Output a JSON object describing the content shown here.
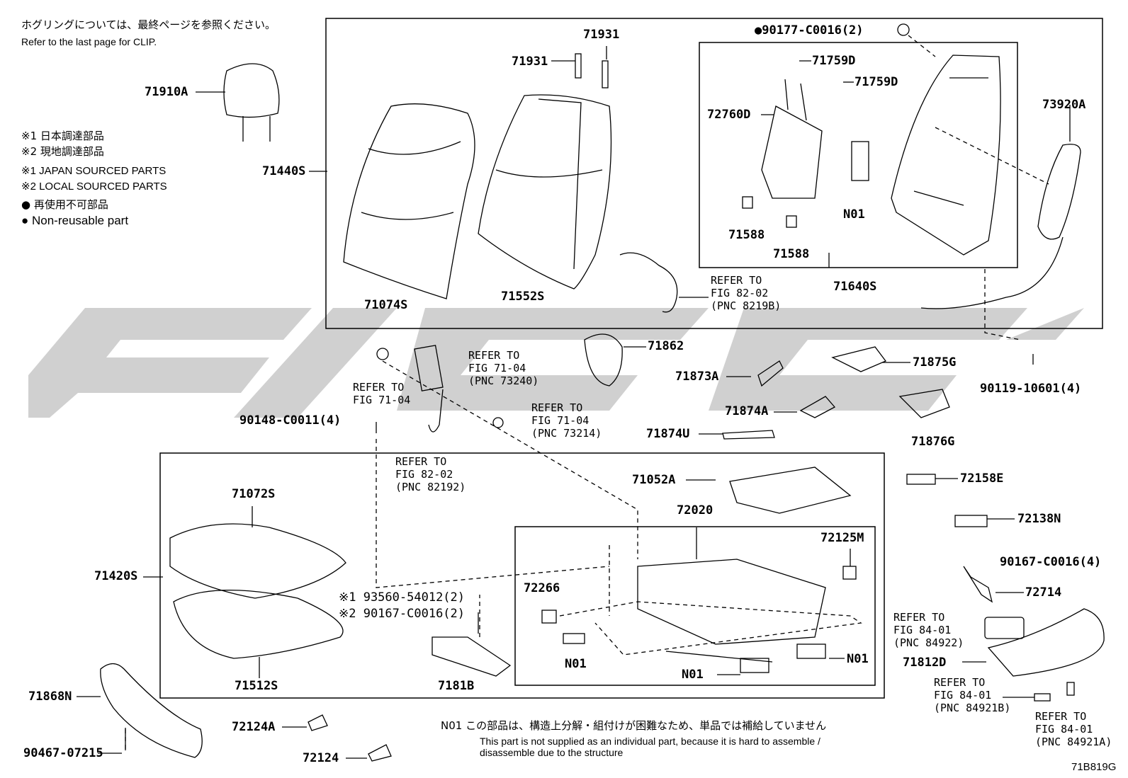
{
  "header": {
    "clip_note_jp": "ホグリングについては、最終ページを参照ください。",
    "clip_note_en": "Refer to the last page for CLIP."
  },
  "legend": {
    "l1": "※1 日本調達部品",
    "l2": "※2 現地調達部品",
    "l3": "※1 JAPAN SOURCED PARTS",
    "l4": "※2 LOCAL SOURCED PARTS",
    "l5": "● 再使用不可部品",
    "l6": "● Non-reusable part"
  },
  "parts": {
    "p71910A": "71910A",
    "p71440S": "71440S",
    "p71931a": "71931",
    "p71931b": "71931",
    "p71074S": "71074S",
    "p71552S": "71552S",
    "p90177": "●90177-C0016(2)",
    "p71759Da": "71759D",
    "p71759Db": "71759D",
    "p72760D": "72760D",
    "pN01a": "N01",
    "p71588a": "71588",
    "p71588b": "71588",
    "p73920A": "73920A",
    "p71640S": "71640S",
    "p71862": "71862",
    "p71875G": "71875G",
    "p71873A": "71873A",
    "p90119": "90119-10601(4)",
    "p71874A": "71874A",
    "p71876G": "71876G",
    "p71874U": "71874U",
    "p90148": "90148-C0011(4)",
    "p71052A": "71052A",
    "p72158E": "72158E",
    "p71072S": "71072S",
    "p72020": "72020",
    "p72138N": "72138N",
    "p72125M": "72125M",
    "p90167a": "90167-C0016(4)",
    "p71420S": "71420S",
    "p93560": "※1 93560-54012(2)",
    "p90167b": "※2 90167-C0016(2)",
    "p72266": "72266",
    "p72714": "72714",
    "pN01b": "N01",
    "pN01c": "N01",
    "pN01d": "N01",
    "p71812D": "71812D",
    "p71512S": "71512S",
    "p7181B": "7181B",
    "p71868N": "71868N",
    "p72124A": "72124A",
    "p72124": "72124",
    "p90467": "90467-07215"
  },
  "refs": {
    "r8202a": "REFER TO\nFIG 82-02\n(PNC 8219B)",
    "r7104a": "REFER TO\nFIG 71-04",
    "r7104b": "REFER TO\nFIG 71-04\n(PNC 73240)",
    "r7104c": "REFER TO\nFIG 71-04\n(PNC 73214)",
    "r8202b": "REFER TO\nFIG 82-02\n(PNC 82192)",
    "r8401a": "REFER TO\nFIG 84-01\n(PNC 84922)",
    "r8401b": "REFER TO\nFIG 84-01\n(PNC 84921B)",
    "r8401c": "REFER TO\nFIG 84-01\n(PNC 84921A)"
  },
  "footer": {
    "n01_jp": "N01 この部品は、構造上分解・組付けが困難なため、単品では補給していません",
    "n01_en1": "This part is not supplied as an individual part, because it is hard to assemble /",
    "n01_en2": "disassemble due to the structure",
    "code": "71B819G"
  }
}
